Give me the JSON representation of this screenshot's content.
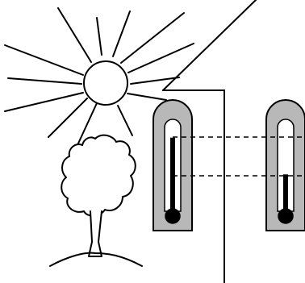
{
  "diagram": {
    "colors": {
      "ink": "#000000",
      "paper": "#ffffff",
      "thermometer_casing": "#b8b8b8"
    },
    "scene": {
      "sun": "sun-icon",
      "tree": "tree-icon",
      "house_wall": "house-wall",
      "thermometer_outside": "thermometer-icon",
      "thermometer_inside": "thermometer-icon"
    },
    "readings": {
      "outside_level": 0.88,
      "inside_level": 0.45
    }
  }
}
